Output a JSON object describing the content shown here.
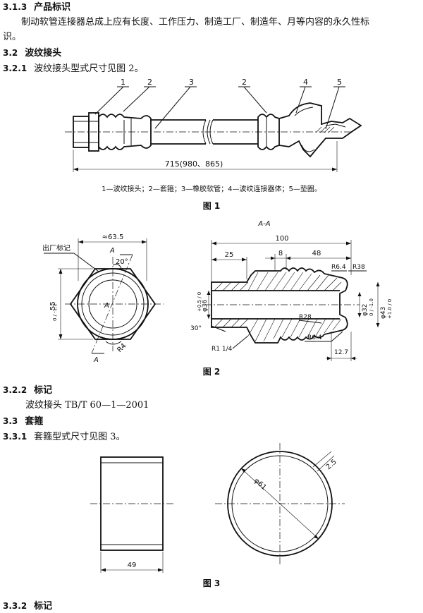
{
  "s313": {
    "num": "3.1.3",
    "title": "产品标识"
  },
  "para1_line1": "制动软管连接器总成上应有长度、工作压力、制造工厂、制造年、月等内容的永久性标",
  "para1_line2": "识。",
  "s32": {
    "num": "3.2",
    "title": "波纹接头"
  },
  "s321": {
    "num": "3.2.1",
    "text": "波纹接头型式尺寸见图 2。"
  },
  "fig1": {
    "callouts": [
      "1",
      "2",
      "3",
      "2",
      "4",
      "5"
    ],
    "length_dim": "715(980、865)",
    "legend": "1—波纹接头；2—套箍；3—橡胶软管；4—波纹连接器体；5—垫圈。",
    "caption": "图    1"
  },
  "fig2": {
    "section_label": "A-A",
    "dim_hex": "≈63.5",
    "label_maker": "出厂标记",
    "cut_mark_top": "A",
    "cut_mark_bottom": "A",
    "center_mark": "A",
    "angle_20": "20°",
    "r4": "R4",
    "dim_55": "55",
    "dim_55_tol": "0 / -1.2",
    "dim_100": "100",
    "dim_25": "25",
    "dim_8": "8",
    "dim_48": "48",
    "r64_top": "R6.4",
    "r38": "R38",
    "phi36": "φ36",
    "phi36_tol": "+0.5 / 0",
    "phi32": "φ32",
    "phi32_tol": "0 / -1.0",
    "phi43": "φ43",
    "phi43_tol": "+1.0 / 0",
    "r28": "R28",
    "angle_30": "30°",
    "thread": "R1 1/4",
    "r64_bottom": "R6.4",
    "dim_127": "12.7",
    "caption": "图    2"
  },
  "s322": {
    "num": "3.2.2",
    "title": "标记"
  },
  "mark_text": "波纹接头 TB/T 60—1—2001",
  "s33": {
    "num": "3.3",
    "title": "套箍"
  },
  "s331": {
    "num": "3.3.1",
    "text": "套箍型式尺寸见图 3。"
  },
  "fig3": {
    "dim_49": "49",
    "dim_phi61": "φ61",
    "dim_25": "2.5",
    "caption": "图    3"
  },
  "s332": {
    "num": "3.3.2",
    "title": "标记"
  }
}
